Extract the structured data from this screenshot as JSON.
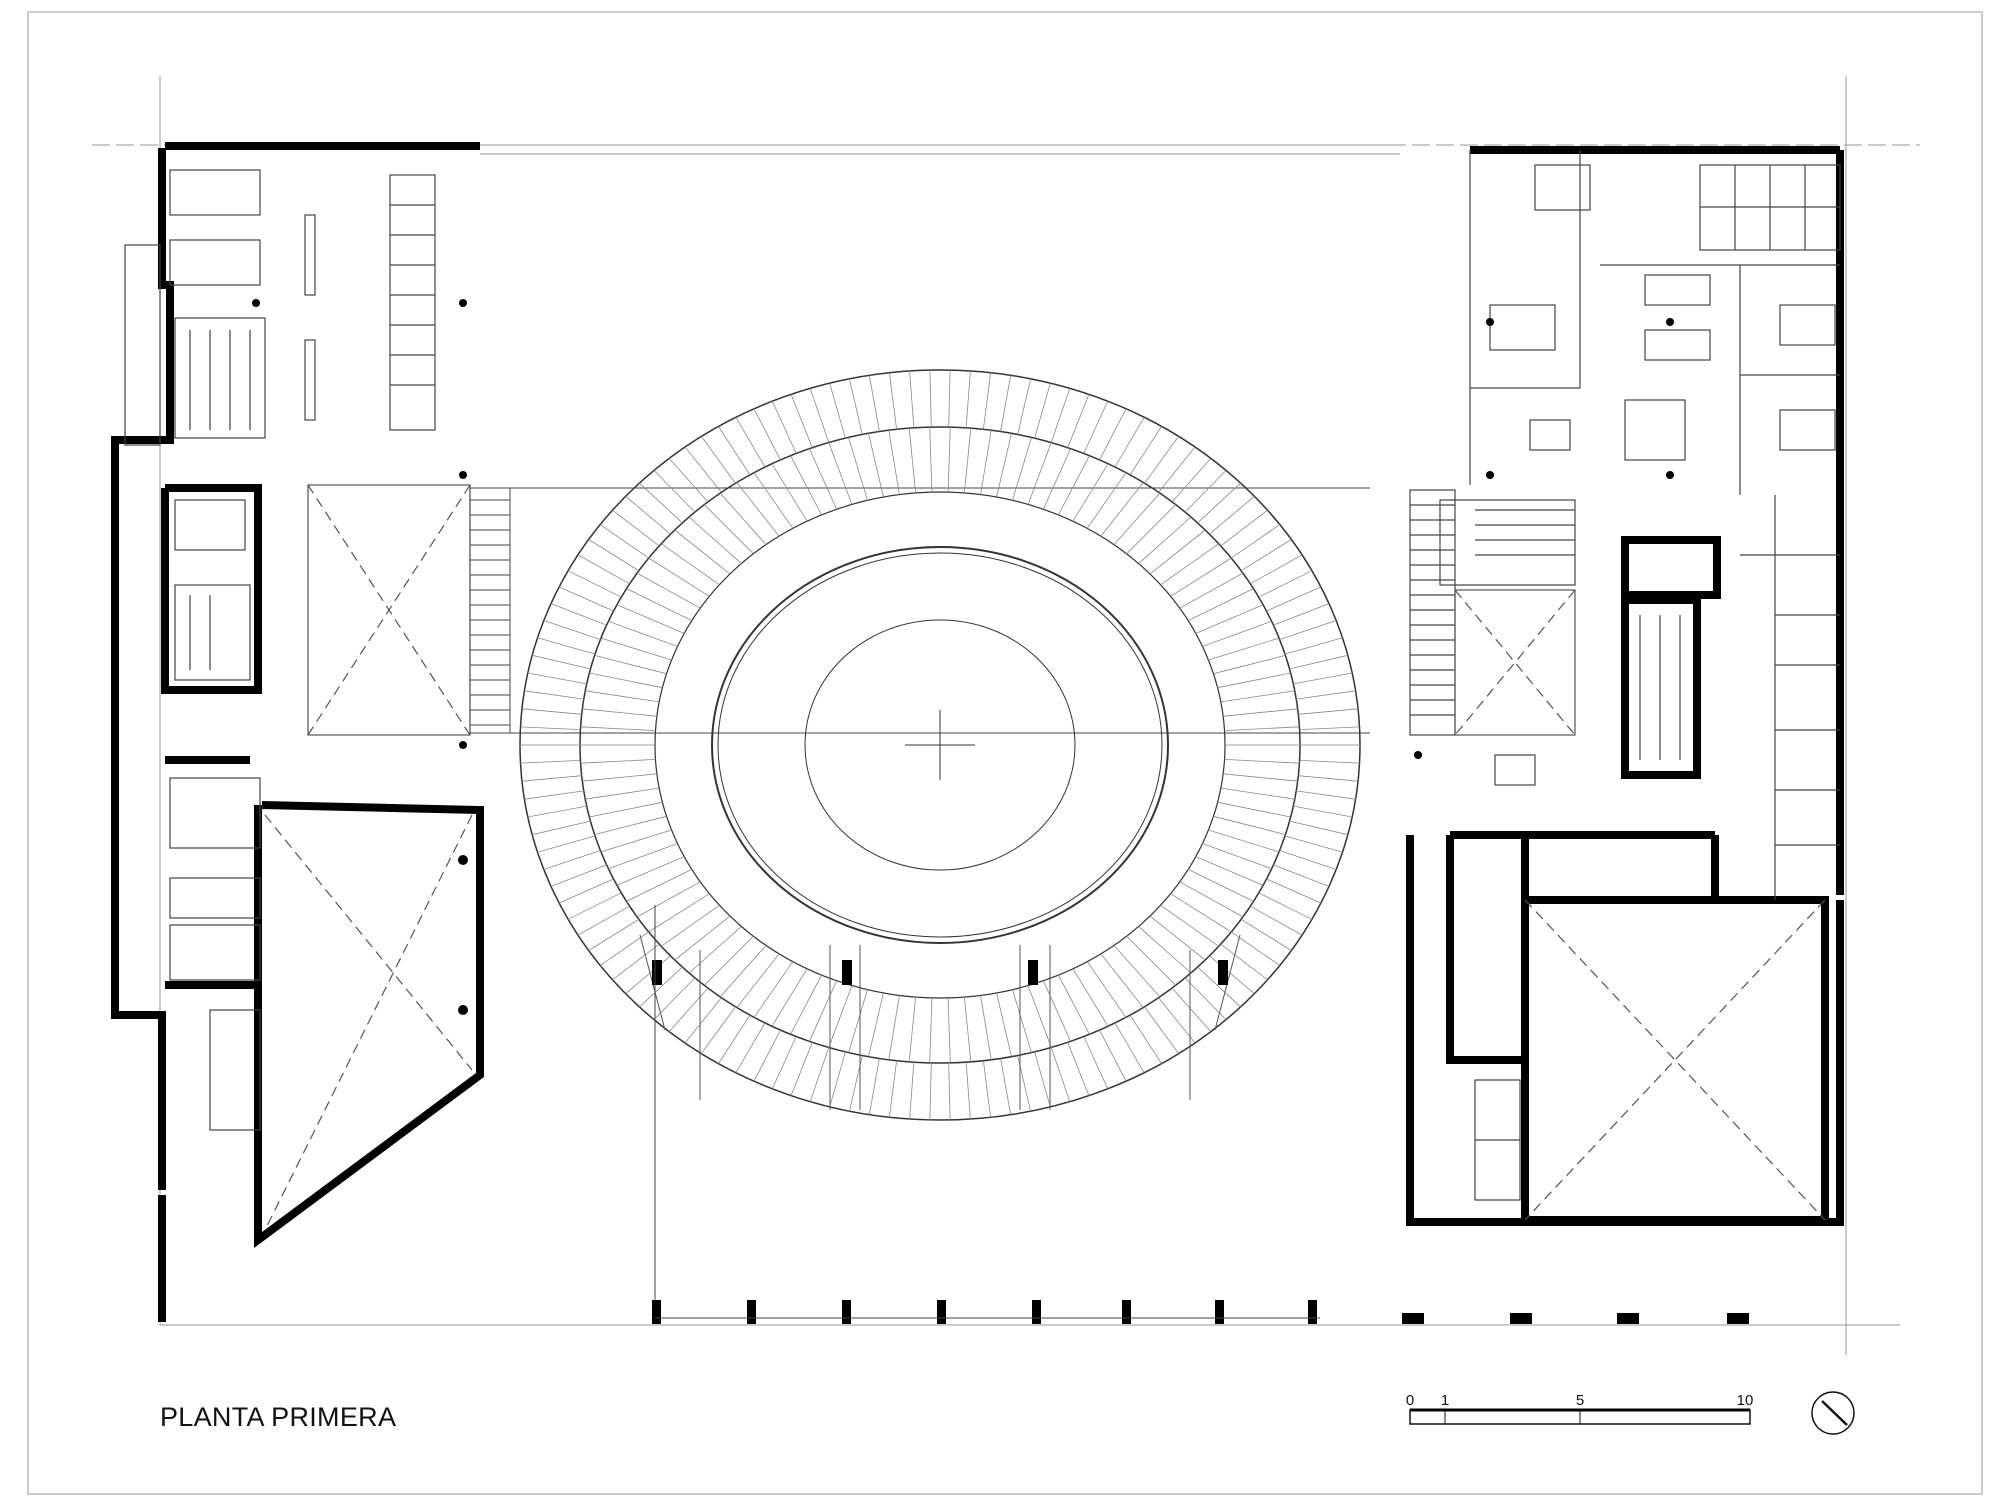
{
  "drawing": {
    "title": "PLANTA PRIMERA",
    "scale_bar": {
      "labels": [
        "0",
        "1",
        "5",
        "10"
      ]
    },
    "north_arrow": "north-arrow-icon",
    "colors": {
      "line": "#222222",
      "wall": "#000000",
      "paper": "#ffffff",
      "frame": "#bbbbbb"
    }
  }
}
